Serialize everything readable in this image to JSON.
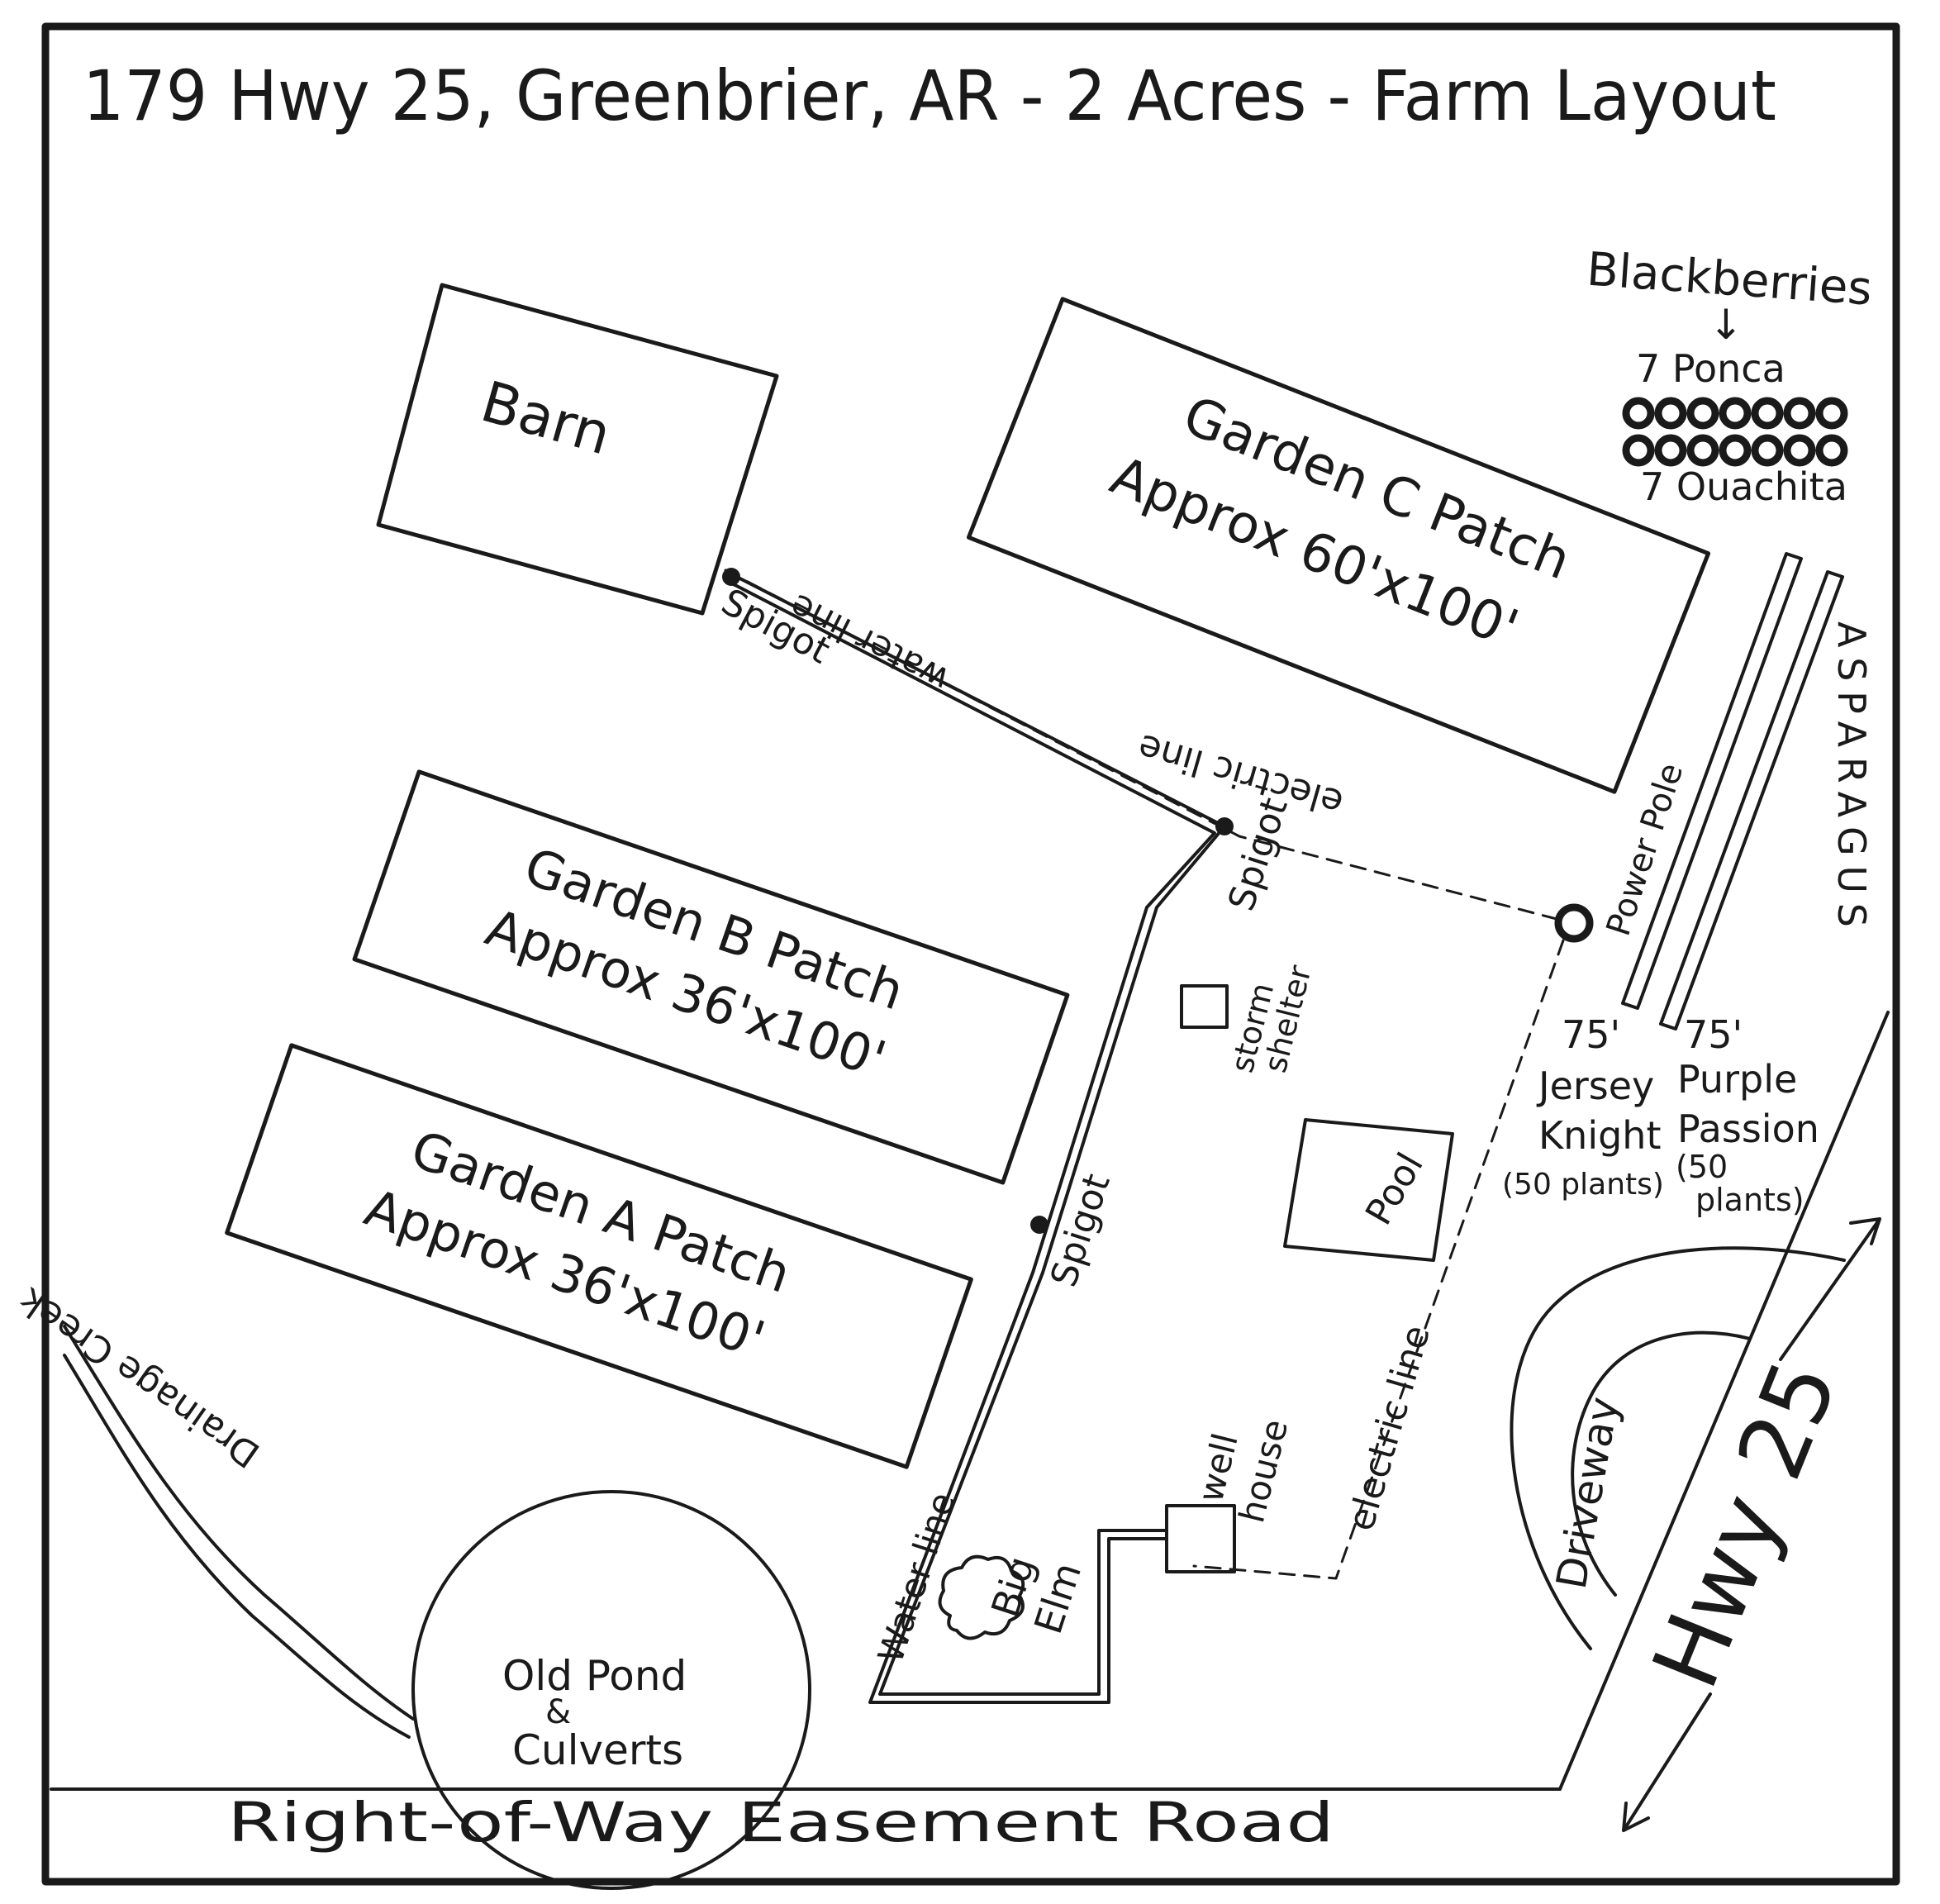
{
  "title": "179 Hwy 25, Greenbrier, AR - 2 Acres - Farm Layout",
  "labels": {
    "barn": "Barn",
    "garden_c": "Garden C Patch",
    "garden_c_size": "Approx 60'x100'",
    "garden_b": "Garden B Patch",
    "garden_b_size": "Approx 36'x100'",
    "garden_a": "Garden A Patch",
    "garden_a_size": "Approx 36'x100'",
    "blackberries": "Blackberries",
    "arrow_down": "↓",
    "ponca": "7 Ponca",
    "ouachita": "7 Ouachita",
    "asparagus": "ASPARAGUS",
    "power_pole": "Power Pole",
    "spigot_1": "Spigot",
    "spigot_2": "Spigot",
    "spigot_3": "Spigot",
    "water_line_1": "Water line",
    "water_line_2": "water line",
    "electric_line_1": "electric line",
    "electric_line_2": "electric line",
    "storm_shelter_1": "storm",
    "storm_shelter_2": "shelter",
    "pool": "Pool",
    "jersey_1": "75'",
    "jersey_2": "Jersey",
    "jersey_3": "Knight",
    "jersey_4": "(50 plants)",
    "purple_1": "75'",
    "purple_2": "Purple",
    "purple_3": "Passion",
    "purple_4": "(50",
    "purple_5": "plants)",
    "well_house_1": "well",
    "well_house_2": "house",
    "big_elm_1": "Big",
    "big_elm_2": "Elm",
    "drainage_creek": "Drainage Creek",
    "old_pond_1": "Old Pond",
    "old_pond_2": "&",
    "old_pond_3": "Culverts",
    "driveway": "Driveway",
    "hwy": "Hwy 25",
    "road": "Right-of-Way Easement Road"
  }
}
